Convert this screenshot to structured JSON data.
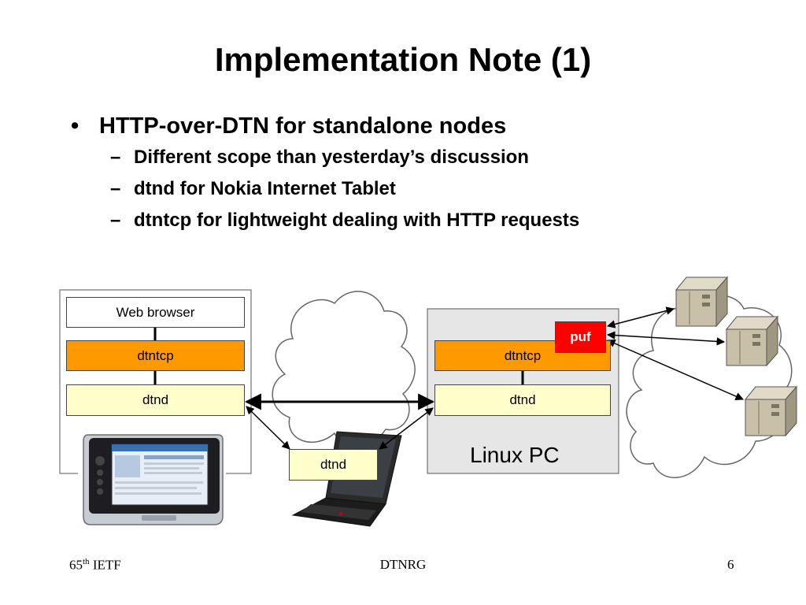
{
  "slide": {
    "title": "Implementation Note (1)",
    "bullet_symbol": "•",
    "dash_symbol": "–",
    "bullet": "HTTP-over-DTN for standalone nodes",
    "subbullets": [
      "Different scope than yesterday’s discussion",
      "dtnd for Nokia Internet Tablet",
      "dtntcp for lightweight dealing with HTTP requests"
    ]
  },
  "diagram": {
    "left_stack": [
      "Web browser",
      "dtntcp",
      "dtnd"
    ],
    "right_stack": [
      "dtntcp",
      "dtnd"
    ],
    "laptop_label": "dtnd",
    "puf_label": "puf",
    "linux_label": "Linux PC",
    "colors": {
      "orange": "#ff9900",
      "yellow": "#ffffcc",
      "red": "#ff0000",
      "gray_panel": "#e6e6e6",
      "server": "#c8c0a8"
    }
  },
  "footer": {
    "left_num": "65",
    "left_sup": "th",
    "left_rest": " IETF",
    "center": "DTNRG",
    "right": "6"
  }
}
